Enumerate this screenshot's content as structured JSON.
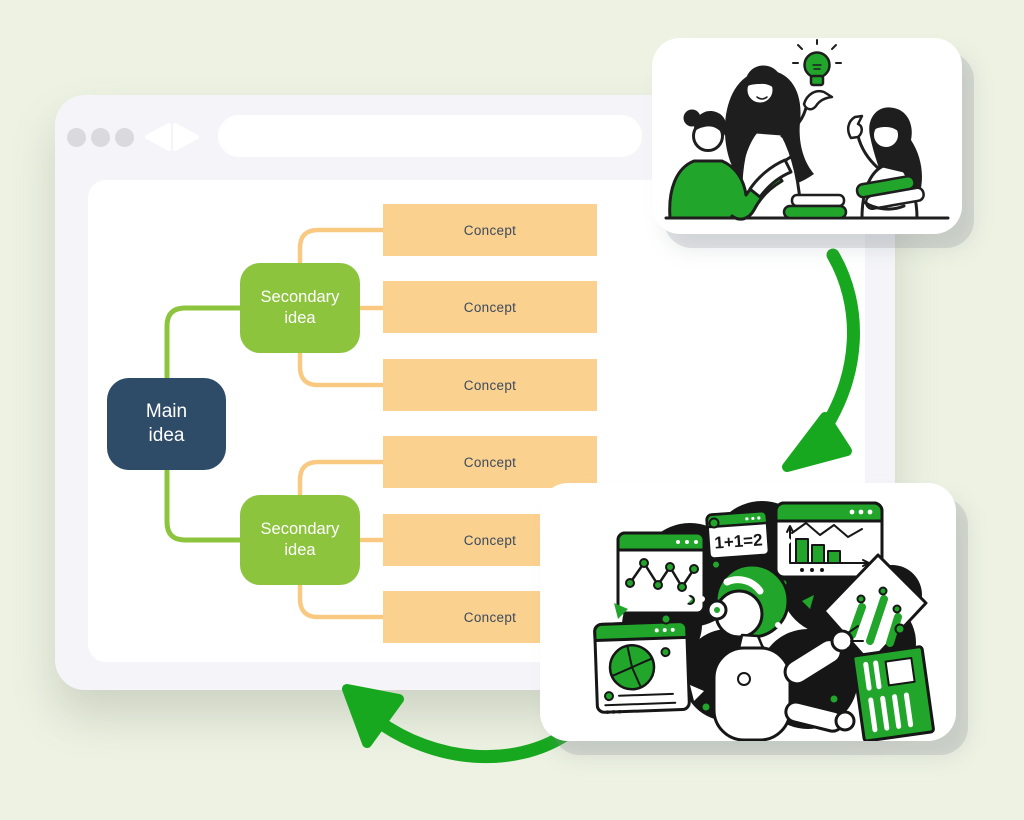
{
  "page": {
    "background_color": "#edf2e3"
  },
  "browser": {
    "frame_color": "#f5f5f9",
    "content_color": "#ffffff",
    "address_value": "",
    "window_dot_count": 3
  },
  "mindmap": {
    "main_label": "Main idea",
    "secondary_labels": [
      "Secondary idea",
      "Secondary idea"
    ],
    "concept_labels": [
      "Concept",
      "Concept",
      "Concept",
      "Concept",
      "Concept",
      "Concept"
    ],
    "colors": {
      "main_fill": "#2e4c68",
      "secondary_fill": "#8cc43d",
      "concept_fill": "#fbd190",
      "connector_green": "#8cc43d",
      "connector_orange": "#f9c981",
      "concept_text": "#3b4a5c",
      "node_text": "#ffffff"
    }
  },
  "cards": {
    "robot": {
      "equation_text": "1+1=2"
    }
  },
  "arrows": {
    "color": "#17a81f"
  },
  "illustration_accent": "#21a52b"
}
